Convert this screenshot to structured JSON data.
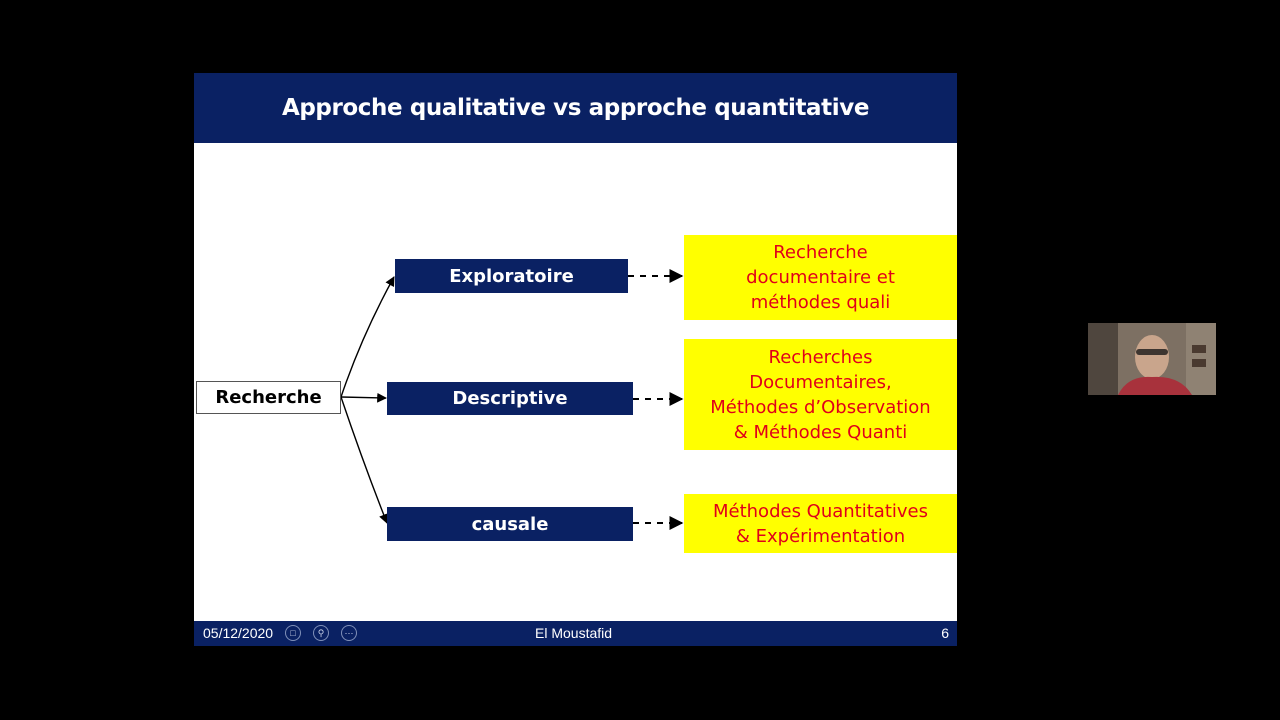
{
  "slide": {
    "title": "Approche qualitative vs approche quantitative",
    "root": "Recherche",
    "branches": [
      {
        "label": "Exploratoire",
        "description": [
          "Recherche",
          "documentaire et",
          "méthodes quali"
        ]
      },
      {
        "label": "Descriptive",
        "description": [
          "Recherches",
          "Documentaires,",
          "Méthodes d’Observation",
          "& Méthodes Quanti"
        ]
      },
      {
        "label": "causale",
        "description": [
          "Méthodes Quantitatives",
          "& Expérimentation"
        ]
      }
    ],
    "footer": {
      "date": "05/12/2020",
      "author": "El Moustafid",
      "page": "6",
      "controls": [
        "slides-icon",
        "zoom-icon",
        "more-icon"
      ]
    }
  },
  "colors": {
    "background": "#000000",
    "slide_background": "#ffffff",
    "navy": "#0a2163",
    "highlight_yellow": "#ffff00",
    "highlight_text_red": "#e0001a"
  }
}
